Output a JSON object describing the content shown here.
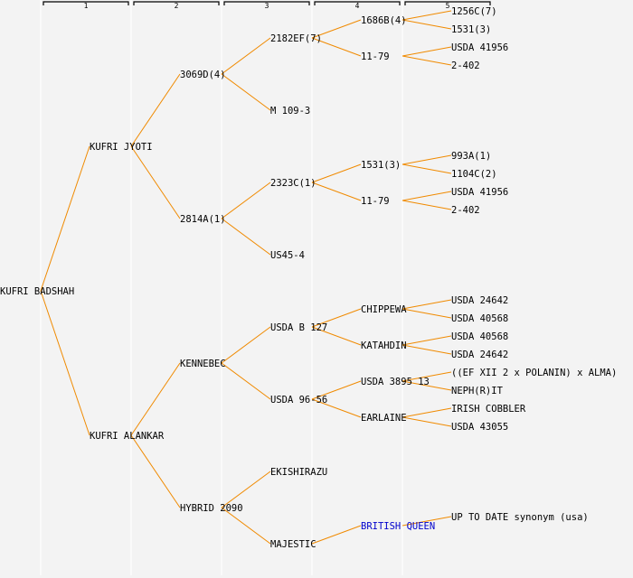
{
  "title": "Pedigree tree",
  "column_headers": [
    "1",
    "2",
    "3",
    "4",
    "5"
  ],
  "colors": {
    "edge": "#f08a00",
    "text": "#000000",
    "link": "#0000cc",
    "background": "#f3f3f3"
  },
  "tree": {
    "label": "KUFRI BADSHAH",
    "children": [
      {
        "label": "KUFRI JYOTI",
        "children": [
          {
            "label": "3069D(4)",
            "children": [
              {
                "label": "2182EF(7)",
                "children": [
                  {
                    "label": "1686B(4)",
                    "children": [
                      {
                        "label": "1256C(7)"
                      },
                      {
                        "label": "1531(3)"
                      }
                    ]
                  },
                  {
                    "label": "11-79",
                    "children": [
                      {
                        "label": "USDA 41956"
                      },
                      {
                        "label": "2-402"
                      }
                    ]
                  }
                ]
              },
              {
                "label": "M 109-3"
              }
            ]
          },
          {
            "label": "2814A(1)",
            "children": [
              {
                "label": "2323C(1)",
                "children": [
                  {
                    "label": "1531(3)",
                    "children": [
                      {
                        "label": "993A(1)"
                      },
                      {
                        "label": "1104C(2)"
                      }
                    ]
                  },
                  {
                    "label": "11-79",
                    "children": [
                      {
                        "label": "USDA 41956"
                      },
                      {
                        "label": "2-402"
                      }
                    ]
                  }
                ]
              },
              {
                "label": "US45-4"
              }
            ]
          }
        ]
      },
      {
        "label": "KUFRI ALANKAR",
        "children": [
          {
            "label": "KENNEBEC",
            "children": [
              {
                "label": "USDA B 127",
                "children": [
                  {
                    "label": "CHIPPEWA",
                    "children": [
                      {
                        "label": "USDA 24642"
                      },
                      {
                        "label": "USDA 40568"
                      }
                    ]
                  },
                  {
                    "label": "KATAHDIN",
                    "children": [
                      {
                        "label": "USDA 40568"
                      },
                      {
                        "label": "USDA 24642"
                      }
                    ]
                  }
                ]
              },
              {
                "label": "USDA 96-56",
                "children": [
                  {
                    "label": "USDA 3895 13",
                    "children": [
                      {
                        "label": "((EF XII 2 x POLANIN) x ALMA)"
                      },
                      {
                        "label": "NEPH(R)IT"
                      }
                    ]
                  },
                  {
                    "label": "EARLAINE",
                    "children": [
                      {
                        "label": "IRISH COBBLER"
                      },
                      {
                        "label": "USDA 43055"
                      }
                    ]
                  }
                ]
              }
            ]
          },
          {
            "label": "HYBRID 2090",
            "children": [
              {
                "label": "EKISHIRAZU"
              },
              {
                "label": "MAJESTIC",
                "children": [
                  {
                    "label": "BRITISH QUEEN",
                    "link": true,
                    "children": [
                      {
                        "label": "UP TO DATE synonym (usa)"
                      }
                    ]
                  }
                ]
              }
            ]
          }
        ]
      }
    ]
  }
}
